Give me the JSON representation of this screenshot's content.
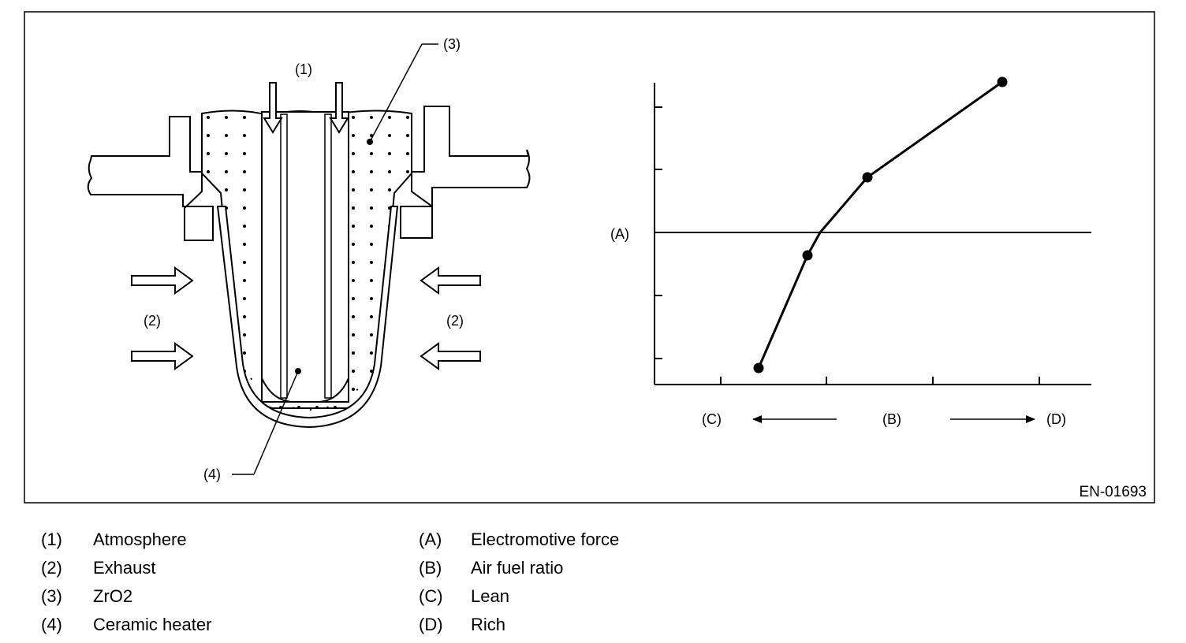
{
  "figure": {
    "code": "EN-01693",
    "sensor_callouts": {
      "atmosphere": "(1)",
      "exhaust": "(2)",
      "zro2": "(3)",
      "heater": "(4)"
    },
    "graph": {
      "y_label": "(A)",
      "x_label": "(B)",
      "left_label": "(C)",
      "right_label": "(D)"
    }
  },
  "legend": [
    {
      "key": "(1)",
      "text": "Atmosphere"
    },
    {
      "key": "(2)",
      "text": "Exhaust"
    },
    {
      "key": "(3)",
      "text": "ZrO2"
    },
    {
      "key": "(4)",
      "text": "Ceramic heater"
    },
    {
      "key": "(A)",
      "text": "Electromotive force"
    },
    {
      "key": "(B)",
      "text": "Air fuel ratio"
    },
    {
      "key": "(C)",
      "text": "Lean"
    },
    {
      "key": "(D)",
      "text": "Rich"
    }
  ]
}
